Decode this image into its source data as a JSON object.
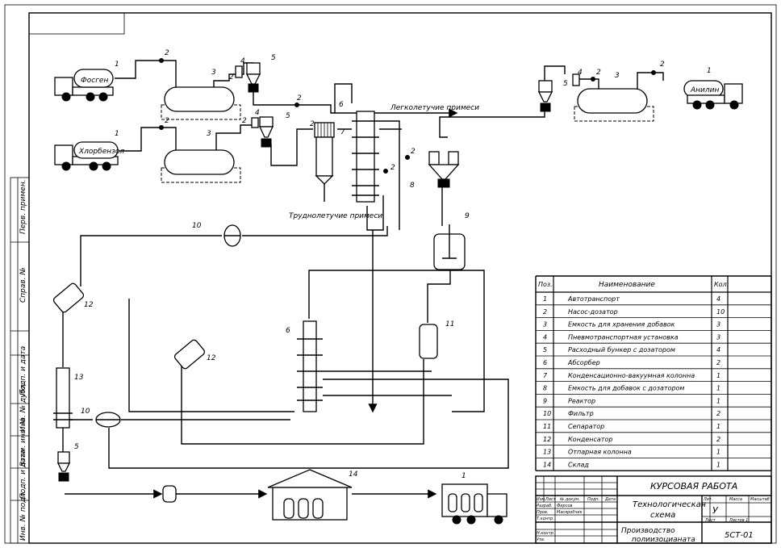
{
  "labels": {
    "phosgene": "Фосген",
    "chlorobenzene": "Хлорбензол",
    "aniline": "Анилин",
    "light_impurities": "Легколетучие примеси",
    "heavy_impurities": "Труднолетучие примеси"
  },
  "numbers": {
    "truck": "1",
    "pump": "2",
    "tank": "3",
    "pneumo": "4",
    "hopper": "5",
    "absorber": "6",
    "condensing_col": "7",
    "dosing_tank": "8",
    "reactor": "9",
    "filter": "10",
    "separator": "11",
    "condenser": "12",
    "stripping": "13",
    "store": "14"
  },
  "table": {
    "headers": {
      "pos": "Поз.",
      "name": "Наименование",
      "qty": "Кол."
    },
    "rows": [
      {
        "pos": "1",
        "name": "Автотранспорт",
        "qty": "4"
      },
      {
        "pos": "2",
        "name": "Насос-дозатор",
        "qty": "10"
      },
      {
        "pos": "3",
        "name": "Емкость для хранения добавок",
        "qty": "3"
      },
      {
        "pos": "4",
        "name": "Пневмотранспортная установка",
        "qty": "3"
      },
      {
        "pos": "5",
        "name": "Расходный бункер с дозатором",
        "qty": "4"
      },
      {
        "pos": "6",
        "name": "Абсорбер",
        "qty": "2"
      },
      {
        "pos": "7",
        "name": "Конденсационно-вакуумная колонна",
        "qty": "1"
      },
      {
        "pos": "8",
        "name": "Емкость для добавок с дозатором",
        "qty": "1"
      },
      {
        "pos": "9",
        "name": "Реактор",
        "qty": "1"
      },
      {
        "pos": "10",
        "name": "Фильтр",
        "qty": "2"
      },
      {
        "pos": "11",
        "name": "Сепаратор",
        "qty": "1"
      },
      {
        "pos": "12",
        "name": "Конденсатор",
        "qty": "2"
      },
      {
        "pos": "13",
        "name": "Отпарная колонна",
        "qty": "1"
      },
      {
        "pos": "14",
        "name": "Склад",
        "qty": "1"
      }
    ]
  },
  "stamp": {
    "course": "КУРСОВАЯ РАБОТА",
    "title_line1": "Технологическая",
    "title_line2": "схема",
    "product_line1": "Производство",
    "product_line2": "полиизоцианата",
    "code": "5СТ-01",
    "litera": "У",
    "cols": [
      "Изм.",
      "Лист",
      "№ докум.",
      "Подп.",
      "Дата"
    ],
    "rows": [
      "Разраб.",
      "Пров.",
      "Т.контр.",
      "",
      "Н.контр.",
      "Утв."
    ],
    "names": [
      "Фирсов",
      "Масяробчик"
    ],
    "lit_h": "Лит.",
    "mass_h": "Масса",
    "scale_h": "Масштаб",
    "sheet_h": "Лист",
    "sheets_h": "Листов 1"
  },
  "side_stamp": [
    "Перв. примен.",
    "Справ. №",
    "Подп. и дата",
    "Инв. № дубл.",
    "Взам. инв. №",
    "Подп. и дата",
    "Инв. № подл."
  ]
}
